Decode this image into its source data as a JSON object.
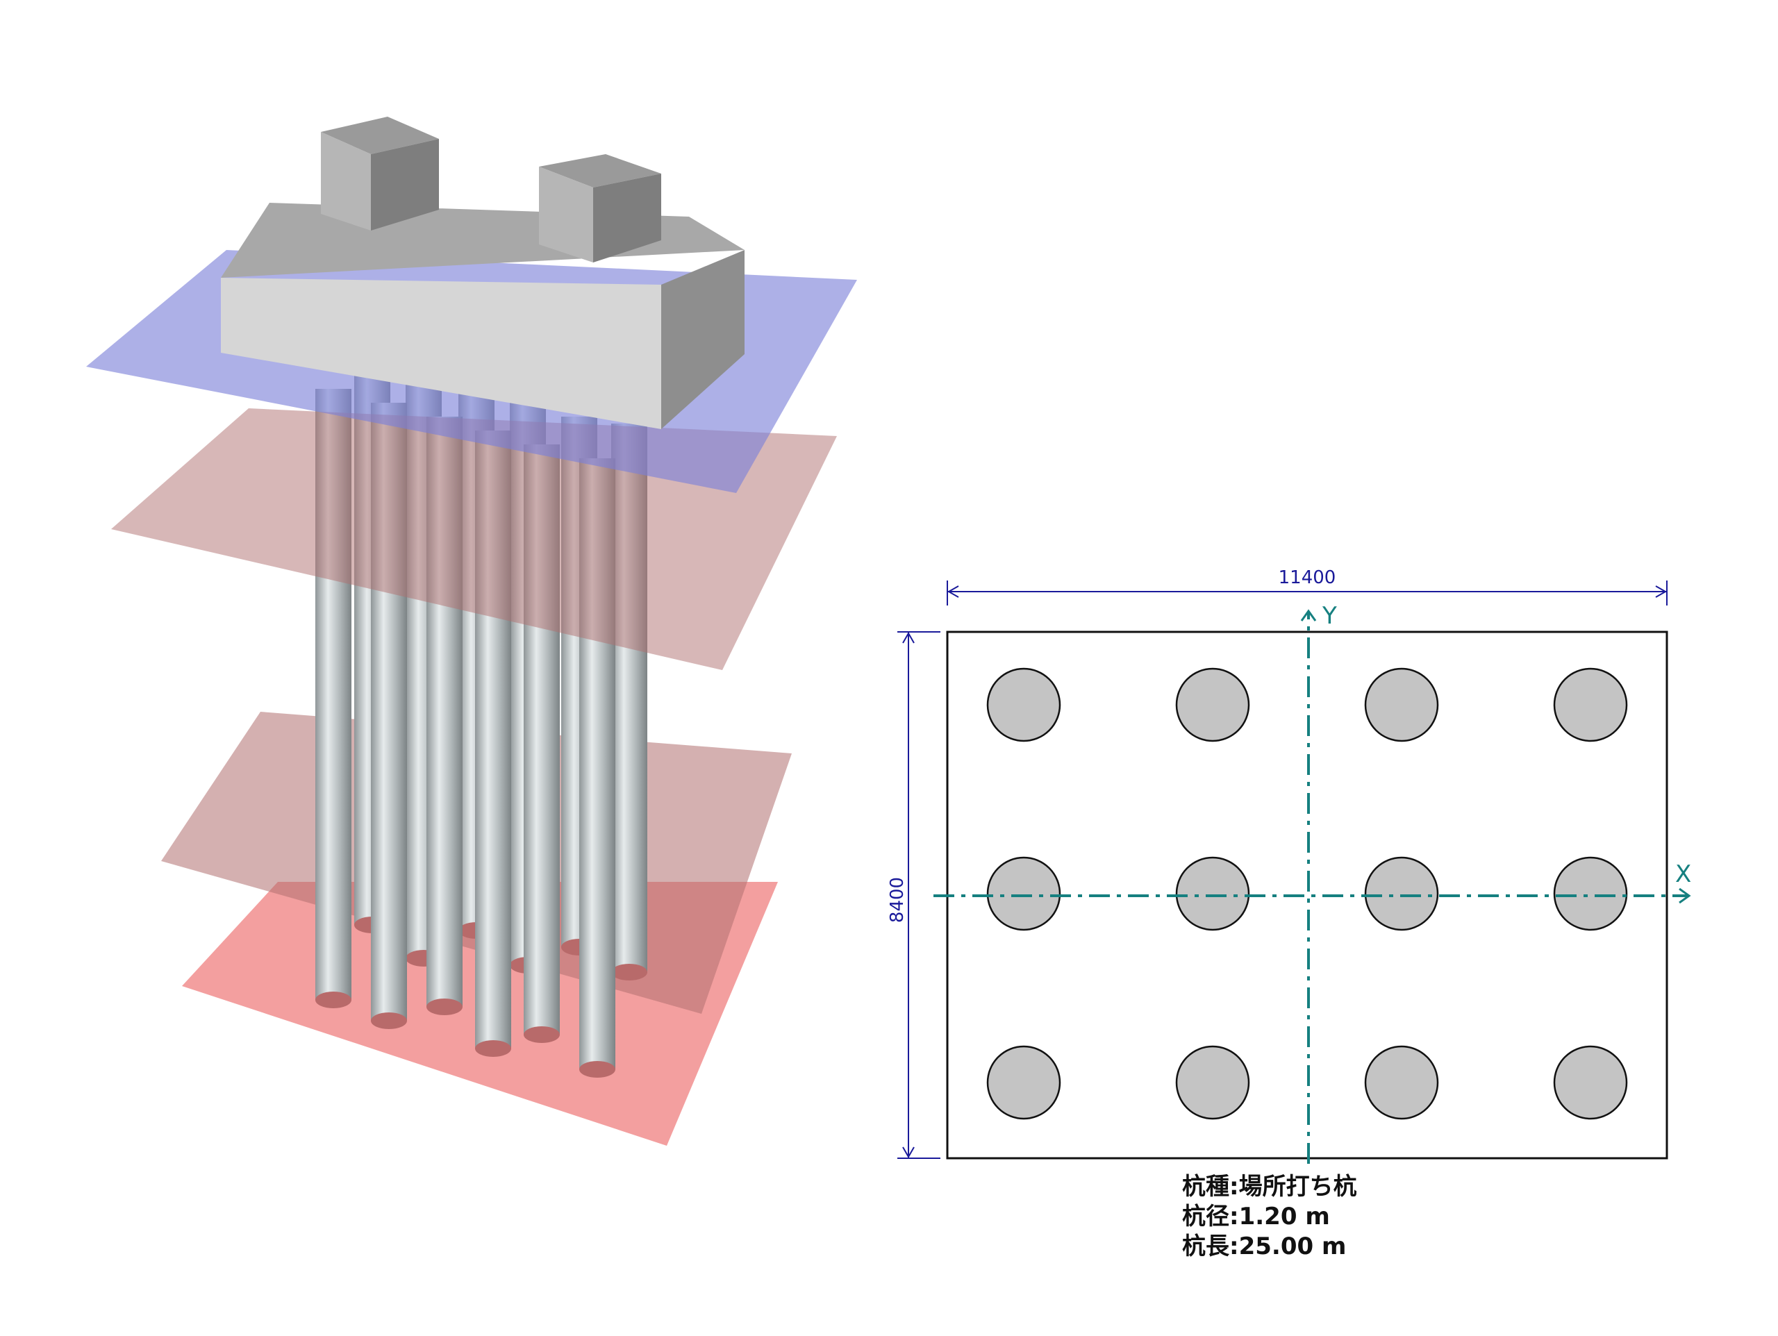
{
  "plan": {
    "width_label": "11400",
    "height_label": "8400",
    "axis_x": "X",
    "axis_y": "Y",
    "pile_rows": 3,
    "pile_cols": 4
  },
  "specs": [
    "杭種:場所打ち杭",
    "杭径:1.20 m",
    "杭長:25.00 m"
  ],
  "colors": {
    "pile_fill": "#c4c4c4",
    "axis": "#168080",
    "dimension": "#1a1a9a",
    "layer_blue": "#7a7fd8",
    "layer_brown": "#b07070",
    "layer_red": "#ee7878",
    "footing": "#cfcfcf"
  },
  "icons": [
    "3d-pile-foundation-view",
    "pile-layout-plan"
  ]
}
